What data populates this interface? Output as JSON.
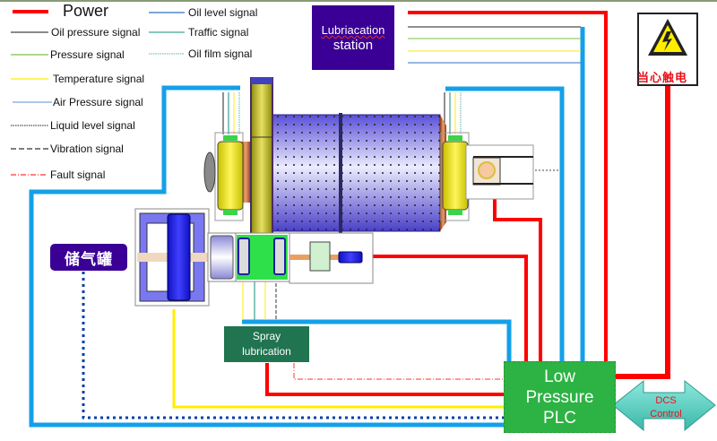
{
  "diagram": {
    "title": "Ball mill low pressure PLC lubrication control wiring",
    "legend": {
      "items": [
        {
          "key": "power",
          "label": "Power",
          "color": "#ff0000",
          "style": "thick-solid"
        },
        {
          "key": "oil_pressure",
          "label": "Oil pressure signal",
          "color": "#222222",
          "style": "solid"
        },
        {
          "key": "pressure",
          "label": "Pressure  signal",
          "color": "#7cc242",
          "style": "solid"
        },
        {
          "key": "temperature",
          "label": "Temperature signal",
          "color": "#ffee00",
          "style": "solid"
        },
        {
          "key": "air_pressure",
          "label": "Air Pressure  signal",
          "color": "#7fa8d8",
          "style": "solid"
        },
        {
          "key": "liquid_level",
          "label": "Liquid level  signal",
          "color": "#222222",
          "style": "dotted"
        },
        {
          "key": "vibration",
          "label": "Vibration signal",
          "color": "#333333",
          "style": "dashed"
        },
        {
          "key": "fault",
          "label": "Fault signal",
          "color": "#ff3333",
          "style": "dash-dot"
        },
        {
          "key": "oil_level",
          "label": "Oil level  signal",
          "color": "#2f6fc0",
          "style": "solid"
        },
        {
          "key": "traffic",
          "label": "Traffic signal",
          "color": "#5fb3a6",
          "style": "solid"
        },
        {
          "key": "oil_film",
          "label": "Oil film signal",
          "color": "#5fb3a6",
          "style": "dotted"
        }
      ]
    },
    "nodes": {
      "lubrication_station": {
        "line1": "Lubriacation",
        "line2": "station",
        "color": "#3a0096"
      },
      "spray_lubrication": {
        "line1": "Spray",
        "line2": "lubrication",
        "color": "#20744f"
      },
      "plc": {
        "line1": "Low",
        "line2": "Pressure",
        "line3": "PLC",
        "color": "#2db244"
      },
      "air_tank": {
        "label": "储气罐",
        "color": "#3a0096"
      },
      "dcs": {
        "line1": "DCS",
        "line2": "Control",
        "color": "#5fd0c4"
      },
      "warning_sign": {
        "label": "当心触电",
        "icon": "high-voltage-warning-icon"
      }
    },
    "colors": {
      "power": "#ff0000",
      "bus": "#14a0e8",
      "air_dotted": "#0b3fa8",
      "temperature": "#ffee00"
    }
  }
}
